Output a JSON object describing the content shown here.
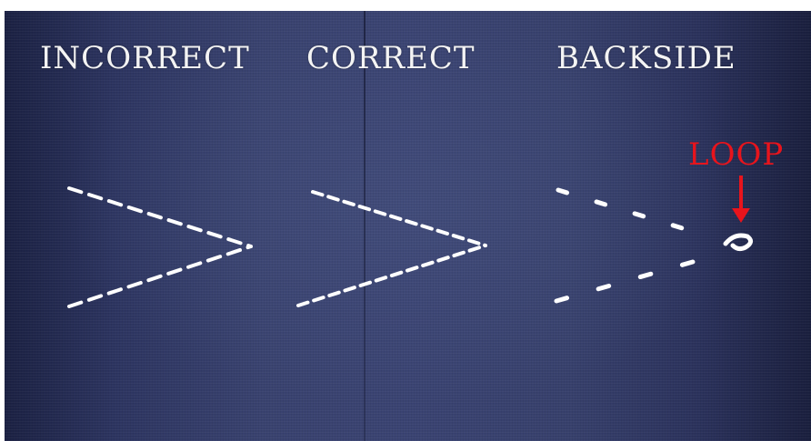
{
  "labels": {
    "incorrect": "INCORRECT",
    "correct": "CORRECT",
    "backside": "BACKSIDE",
    "loop": "LOOP"
  },
  "colors": {
    "fabric": "#353e6b",
    "stitch": "#ffffff",
    "loop_annotation": "#e8141c"
  }
}
